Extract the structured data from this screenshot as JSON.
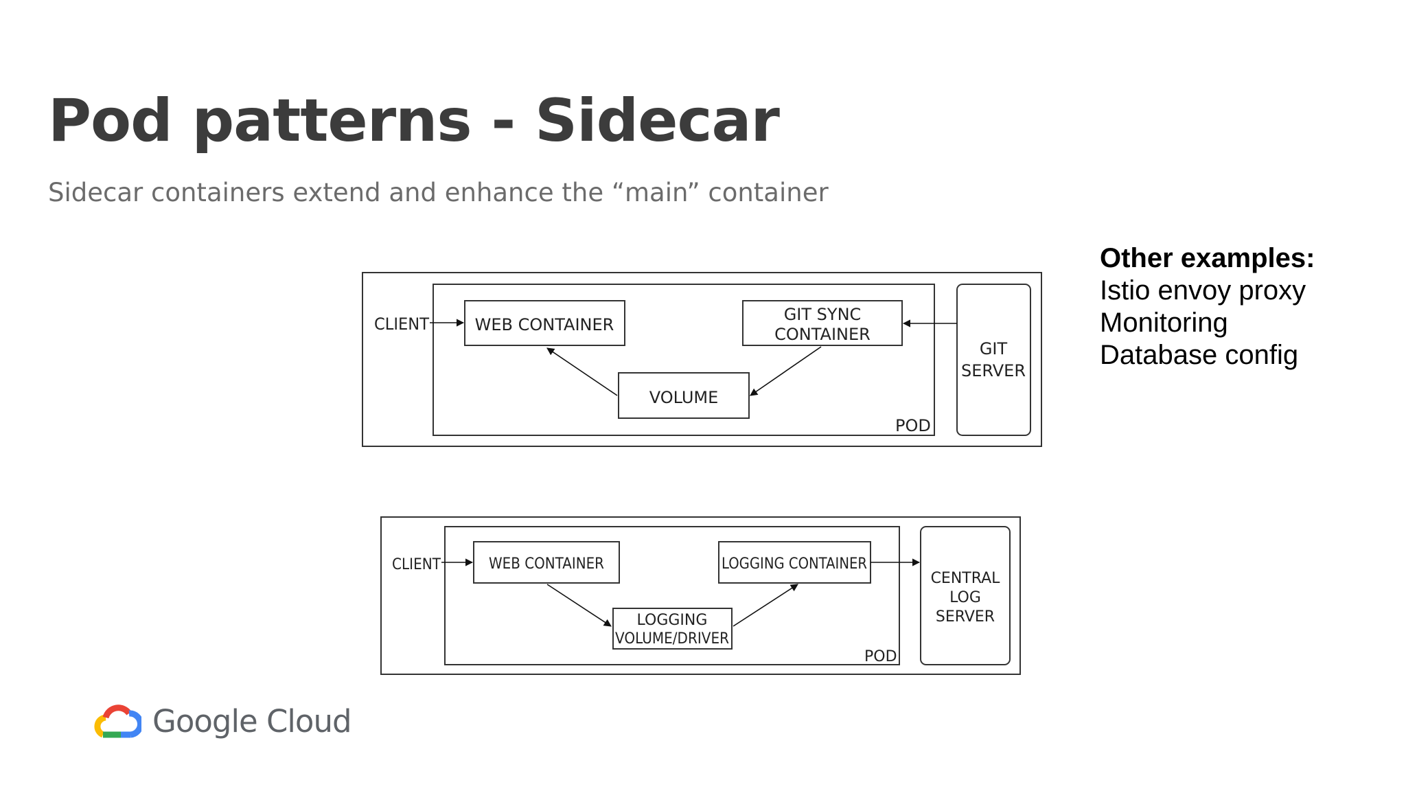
{
  "slide": {
    "title": "Pod patterns - Sidecar",
    "subtitle": "Sidecar containers extend and enhance the “main” container"
  },
  "examples": {
    "heading": "Other examples:",
    "items": [
      "Istio envoy proxy",
      "Monitoring",
      "Database config"
    ]
  },
  "diagram_top": {
    "client": "CLIENT",
    "web_container": "WEB CONTAINER",
    "git_sync_line1": "GIT SYNC",
    "git_sync_line2": "CONTAINER",
    "volume": "VOLUME",
    "pod": "POD",
    "git_server_line1": "GIT",
    "git_server_line2": "SERVER"
  },
  "diagram_bottom": {
    "client": "CLIENT",
    "web_container": "WEB CONTAINER",
    "logging_container": "LOGGING CONTAINER",
    "logging_volume_line1": "LOGGING",
    "logging_volume_line2": "VOLUME/DRIVER",
    "pod": "POD",
    "log_server_line1": "CENTRAL",
    "log_server_line2": "LOG",
    "log_server_line3": "SERVER"
  },
  "footer": {
    "brand": "Google Cloud"
  },
  "colors": {
    "title": "#3c3c3c",
    "subtitle": "#6b6b6b",
    "google_blue": "#4285F4",
    "google_red": "#EA4335",
    "google_yellow": "#FBBC04",
    "google_green": "#34A853"
  }
}
